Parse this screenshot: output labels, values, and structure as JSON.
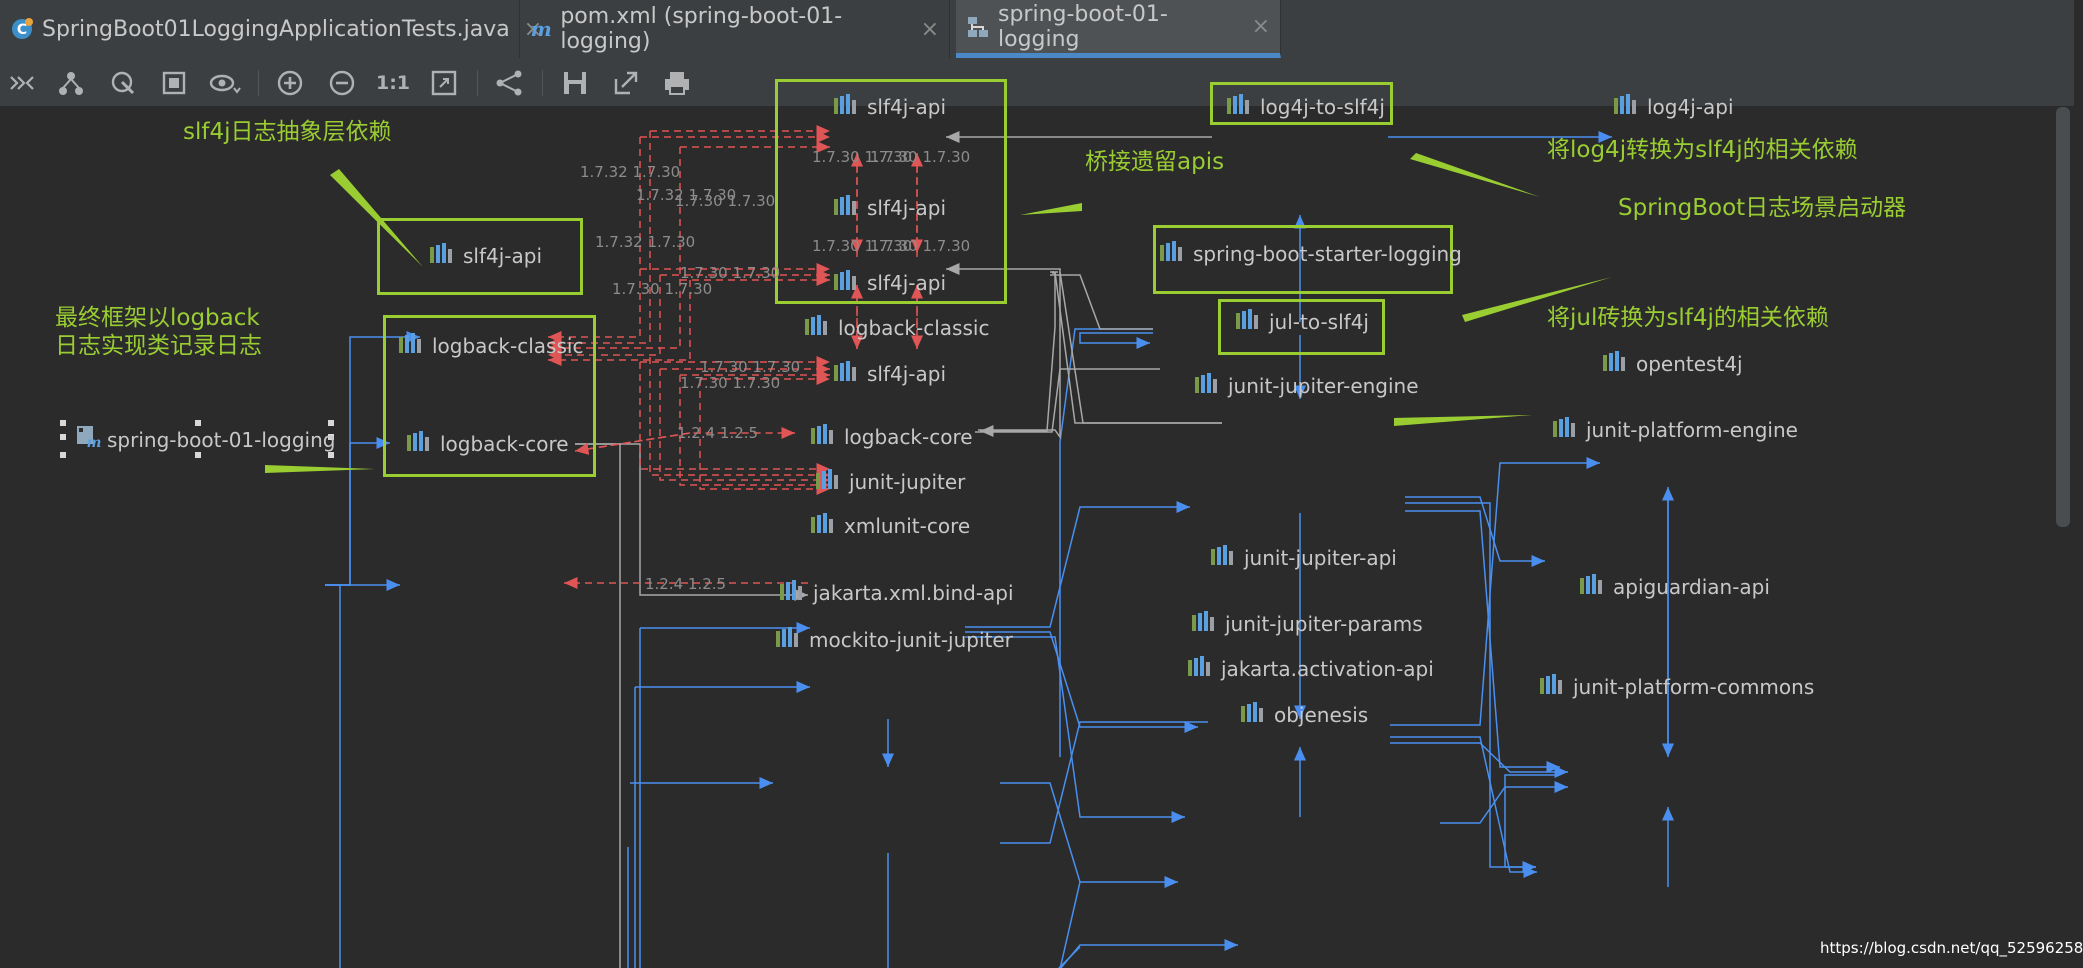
{
  "tabs": [
    {
      "label": "SpringBoot01LoggingApplicationTests.java",
      "icon": "java-class-icon"
    },
    {
      "label": "pom.xml (spring-boot-01-logging)",
      "icon": "maven-icon"
    },
    {
      "label": "spring-boot-01-logging",
      "icon": "diagram-icon"
    }
  ],
  "close_glyph": "×",
  "toolbar_icons": [
    "collapse-icon",
    "hierarchy-icon",
    "goto-node-icon",
    "fit-content-icon",
    "view-icon",
    "zoom-in-icon",
    "zoom-out-icon",
    "actual-size-icon",
    "fit-page-icon",
    "share-icon",
    "save-icon",
    "export-icon",
    "print-icon"
  ],
  "toolbar": {
    "actual_size_label": "1:1"
  },
  "nodes": {
    "root": "spring-boot-01-logging",
    "slf4j_main": "slf4j-api",
    "logback_classic_main": "logback-classic",
    "logback_core_main": "logback-core",
    "slf4j_top": "slf4j-api",
    "slf4j_mid": "slf4j-api",
    "slf4j_low": "slf4j-api",
    "slf4j_bottom": "slf4j-api",
    "logback_classic_dup": "logback-classic",
    "logback_core_dup": "logback-core",
    "junit_jupiter": "junit-jupiter",
    "xmlunit_core": "xmlunit-core",
    "jakarta_xml_bind": "jakarta.xml.bind-api",
    "mockito": "mockito-junit-jupiter",
    "log4j_to_slf4j": "log4j-to-slf4j",
    "log4j_api": "log4j-api",
    "starter_logging": "spring-boot-starter-logging",
    "jul_to_slf4j": "jul-to-slf4j",
    "junit_jupiter_engine": "junit-jupiter-engine",
    "junit_jupiter_api": "junit-jupiter-api",
    "junit_jupiter_params": "junit-jupiter-params",
    "jakarta_activation": "jakarta.activation-api",
    "objenesis": "objenesis",
    "opentest4j": "opentest4j",
    "junit_platform_engine": "junit-platform-engine",
    "apiguardian": "apiguardian-api",
    "junit_platform_commons": "junit-platform-commons"
  },
  "edge_labels": {
    "l1": "1.7.32 1.7.30",
    "l2": "1.7.32 1.7.30",
    "l3": "1.7.30 1.7.30",
    "l4": "1.7.32 1.7.30",
    "l5": "1.7.30 1.7.30",
    "l6": "1.7.30 1.7.30",
    "l7": "1.7.30 1.7.30",
    "l8": "1.7.30 1.7.30",
    "l9": "1.7.30 1.7.30",
    "l10": "1.7.30 1.7.30",
    "l11": "1.7.30 1.7.30",
    "l12": "1.7.30 1.7.30",
    "l13": "1.2.4 1.2.5",
    "l14": "1.2.4 1.2.5"
  },
  "annotations": {
    "slf4j_abstraction": "slf4j日志抽象层依赖",
    "bridge_apis": "桥接遗留apis",
    "log4j_convert": "将log4j转换为slf4j的相关依赖",
    "starter": "SpringBoot日志场景启动器",
    "jul_convert": "将jul砖换为slf4j的相关依赖",
    "logback_line1": "最终框架以logback",
    "logback_line2": "日志实现类记录日志"
  },
  "watermark": "https://blog.csdn.net/qq_52596258",
  "colors": {
    "background": "#2b2b2b",
    "highlight_box": "#9acd32",
    "edge_blue": "#4a8ff0",
    "edge_red": "#e05555",
    "edge_grey": "#9a9a9a",
    "active_tab_underline": "#4a88c7"
  }
}
